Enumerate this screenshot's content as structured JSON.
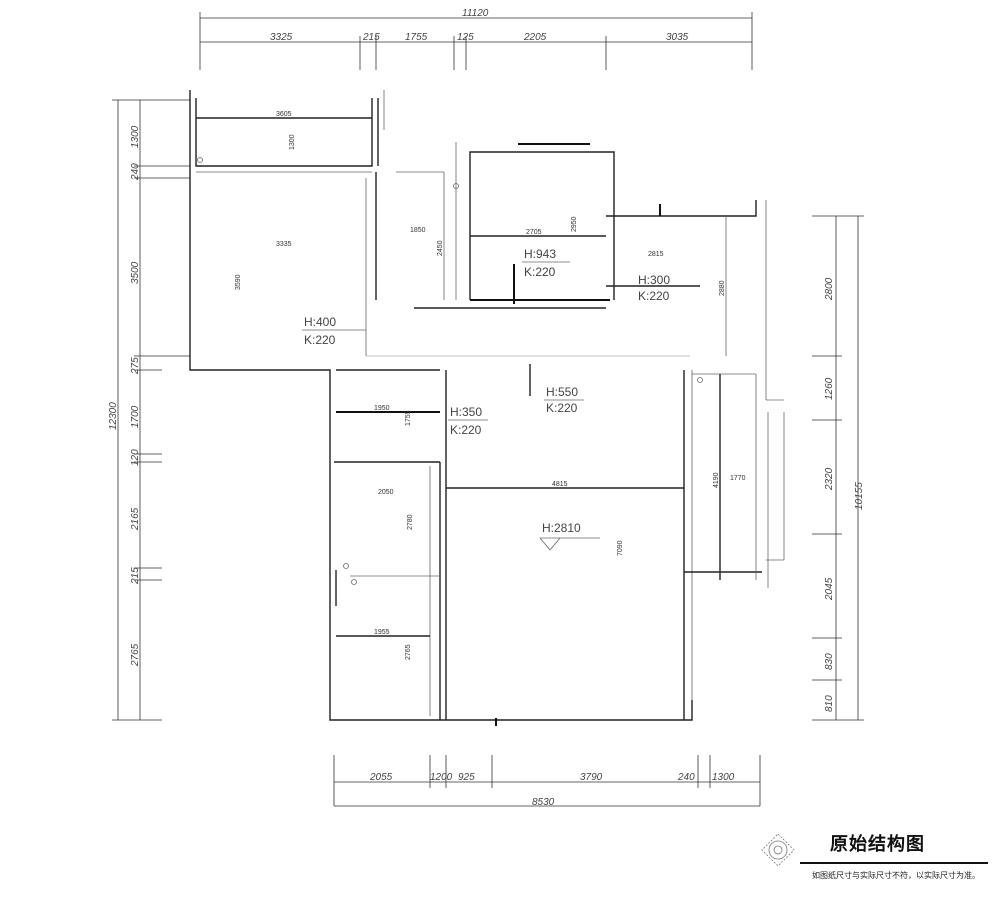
{
  "top_dims": {
    "total": "11120",
    "segments": [
      "3325",
      "215",
      "1755",
      "125",
      "2205",
      "3035"
    ]
  },
  "bottom_dims": {
    "total": "8530",
    "segments": [
      "2055",
      "1200",
      "925",
      "3790",
      "240",
      "1300"
    ]
  },
  "left_dims": {
    "total": "12300",
    "segments": [
      "1300",
      "240",
      "3500",
      "275",
      "1700",
      "120",
      "2165",
      "215",
      "2765"
    ]
  },
  "right_dims": {
    "total": "10155",
    "segments": [
      "2800",
      "1260",
      "2320",
      "2045",
      "830",
      "810"
    ]
  },
  "room_dims": [
    "3605",
    "1300",
    "3335",
    "3590",
    "1850",
    "2450",
    "2705",
    "2950",
    "2815",
    "2880",
    "1950",
    "1755",
    "4815",
    "2050",
    "2780",
    "7090",
    "1955",
    "2765",
    "4190",
    "1770"
  ],
  "openings": [
    {
      "h": "H:400",
      "k": "K:220"
    },
    {
      "h": "H:943",
      "k": "K:220"
    },
    {
      "h": "H:300",
      "k": "K:220"
    },
    {
      "h": "H:550",
      "k": "K:220"
    },
    {
      "h": "H:350",
      "k": "K:220"
    }
  ],
  "ceiling_height": "H:2810",
  "title": "原始结构图",
  "note": "如图纸尺寸与实际尺寸不符，以实际尺寸为准。"
}
